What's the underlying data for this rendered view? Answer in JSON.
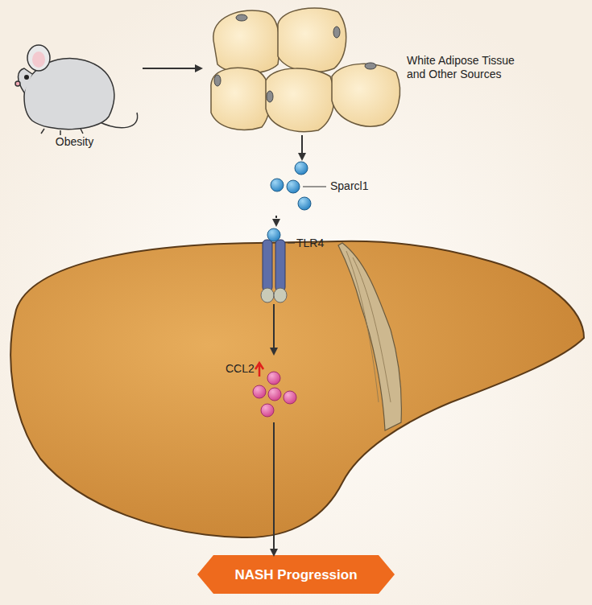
{
  "diagram": {
    "nodes": [
      {
        "text": [
          "Obesity"
        ]
      },
      {
        "text": [
          "White Adipose Tissue and Other Sources"
        ]
      },
      {
        "text": [
          "Sparcl1"
        ]
      },
      {
        "text": [
          "TLR4"
        ]
      },
      {
        "text": [
          "CCL2"
        ]
      },
      {
        "text": [
          "NASH Progression"
        ]
      }
    ],
    "edges": [
      {
        "from": 0,
        "to": 1,
        "arrow": "to"
      },
      {
        "from": 1,
        "to": 2,
        "arrow": "to"
      },
      {
        "from": 2,
        "to": 3,
        "arrow": "to"
      },
      {
        "from": 3,
        "to": 4,
        "arrow": "to"
      },
      {
        "from": 4,
        "to": 5,
        "arrow": "to"
      }
    ]
  }
}
